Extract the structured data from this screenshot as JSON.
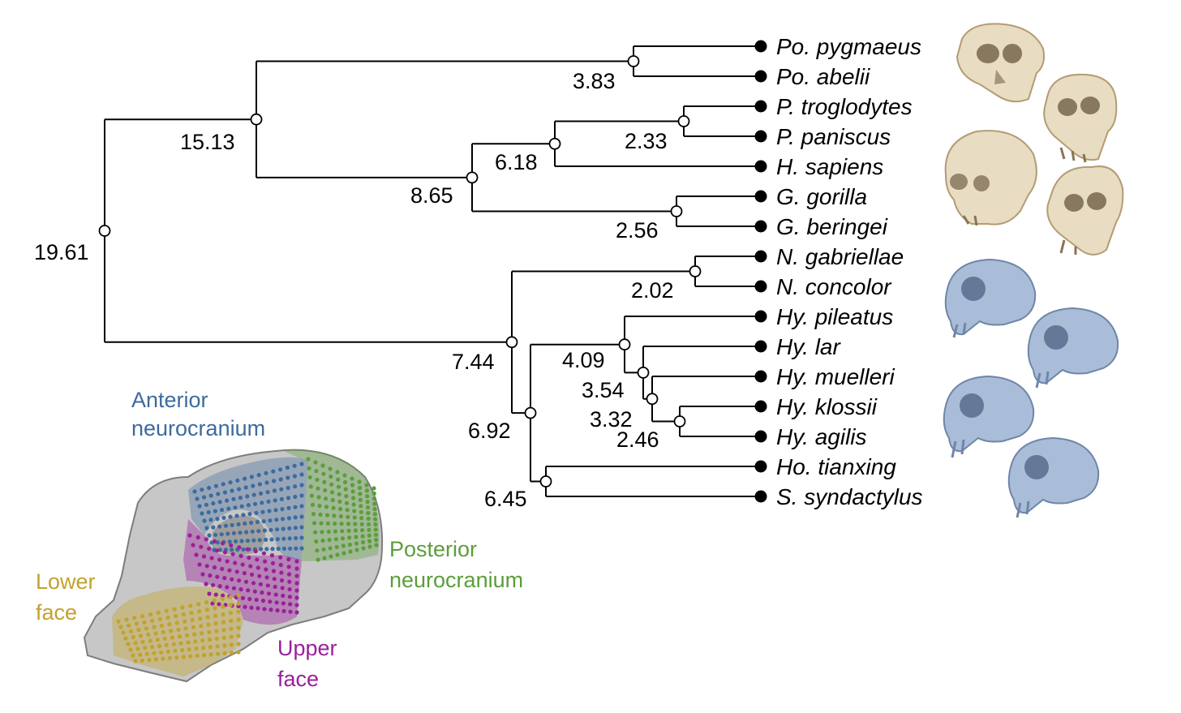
{
  "tree": {
    "taxa": [
      "Po. pygmaeus",
      "Po. abelii",
      "P. troglodytes",
      "P. paniscus",
      "H. sapiens",
      "G. gorilla",
      "G. beringei",
      "N. gabriellae",
      "N. concolor",
      "Hy. pileatus",
      "Hy. lar",
      "Hy. muelleri",
      "Hy. klossii",
      "Hy. agilis",
      "Ho. tianxing",
      "S. syndactylus"
    ],
    "node_ages": {
      "root": "19.61",
      "great_apes": "15.13",
      "orangutans": "3.83",
      "african_apes": "8.65",
      "hominins": "6.18",
      "pan": "2.33",
      "gorilla": "2.56",
      "gibbons": "7.44",
      "nomascus": "2.02",
      "hyl_sym_hoo": "6.92",
      "hylobates": "4.09",
      "hyl_lar_group": "3.54",
      "hyl_muelleri_group": "3.32",
      "hyl_klossii_agilis": "2.46",
      "hoo_sym": "6.45"
    }
  },
  "regions": {
    "anterior": {
      "line1": "Anterior",
      "line2": "neurocranium",
      "color": "#3d6b9e"
    },
    "posterior": {
      "line1": "Posterior",
      "line2": "neurocranium",
      "color": "#5b9e3a"
    },
    "lower": {
      "line1": "Lower",
      "line2": "face",
      "color": "#c2a22e"
    },
    "upper": {
      "line1": "Upper",
      "line2": "face",
      "color": "#9b1f9b"
    }
  },
  "colors": {
    "great_ape_skull": "#e8dcc2",
    "gibbon_skull": "#a9bdd8",
    "skull_grey": "#c7c7c7"
  }
}
